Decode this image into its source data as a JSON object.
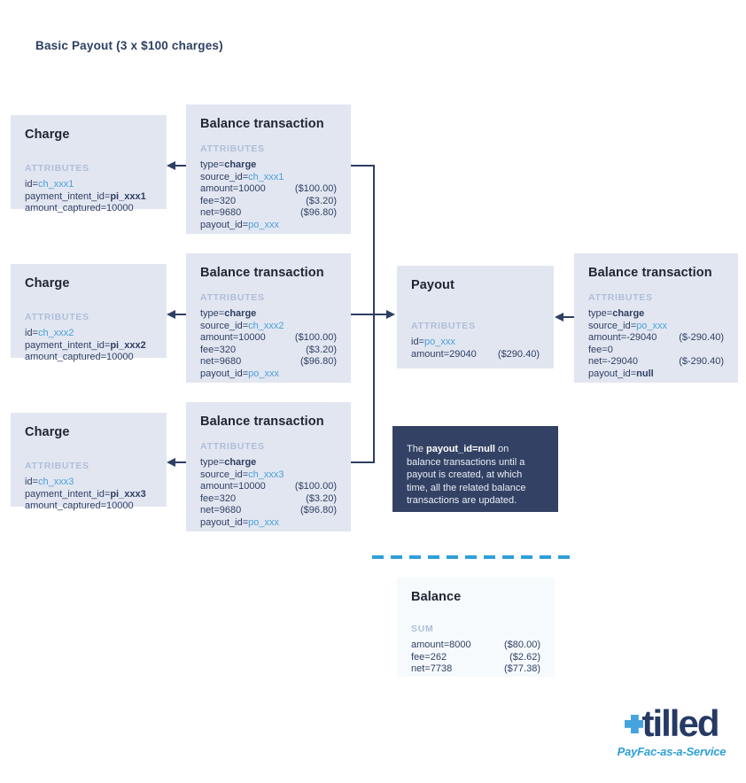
{
  "page": {
    "title": "Basic Payout (3 x $100 charges)"
  },
  "colors": {
    "card_bg": "#e2e6f1",
    "balance_card_bg": "#f6fafd",
    "note_bg": "#334264",
    "note_text": "#e9edf6",
    "attribute_text": "#2e3f63",
    "link_blue": "#4aa0d8",
    "section_label": "#aebfd8",
    "connector_navy": "#2e3f63",
    "dashed_line_blue": "#2f9fd9",
    "brand_navy": "#263a64",
    "brand_light_blue": "#45a4dd",
    "title_navy": "#2d4063"
  },
  "boxes": {
    "charge1": {
      "title": "Charge",
      "section_label": "ATTRIBUTES",
      "rows": [
        {
          "segments": [
            {
              "t": "id=",
              "s": "plain"
            },
            {
              "t": "ch_xxx1",
              "s": "link"
            }
          ]
        },
        {
          "segments": [
            {
              "t": "payment_intent_id=",
              "s": "plain"
            },
            {
              "t": "pi_xxx1",
              "s": "bold"
            }
          ]
        },
        {
          "segments": [
            {
              "t": "amount_captured=10000",
              "s": "plain"
            }
          ]
        }
      ]
    },
    "bt1": {
      "title": "Balance transaction",
      "section_label": "ATTRIBUTES",
      "rows": [
        {
          "segments": [
            {
              "t": "type=",
              "s": "plain"
            },
            {
              "t": "charge",
              "s": "bold"
            }
          ]
        },
        {
          "segments": [
            {
              "t": "source_id=",
              "s": "plain"
            },
            {
              "t": "ch_xxx1",
              "s": "link"
            }
          ]
        },
        {
          "segments": [
            {
              "t": "amount=10000",
              "s": "plain"
            }
          ],
          "money": "($100.00)"
        },
        {
          "segments": [
            {
              "t": "fee=320",
              "s": "plain"
            }
          ],
          "money": "($3.20)"
        },
        {
          "segments": [
            {
              "t": "net=9680",
              "s": "plain"
            }
          ],
          "money": "($96.80)"
        },
        {
          "segments": [
            {
              "t": "payout_id=",
              "s": "plain"
            },
            {
              "t": "po_xxx",
              "s": "link"
            }
          ]
        }
      ]
    },
    "charge2": {
      "title": "Charge",
      "section_label": "ATTRIBUTES",
      "rows": [
        {
          "segments": [
            {
              "t": "id=",
              "s": "plain"
            },
            {
              "t": "ch_xxx2",
              "s": "link"
            }
          ]
        },
        {
          "segments": [
            {
              "t": "payment_intent_id=",
              "s": "plain"
            },
            {
              "t": "pi_xxx2",
              "s": "bold"
            }
          ]
        },
        {
          "segments": [
            {
              "t": "amount_captured=10000",
              "s": "plain"
            }
          ]
        }
      ]
    },
    "bt2": {
      "title": "Balance transaction",
      "section_label": "ATTRIBUTES",
      "rows": [
        {
          "segments": [
            {
              "t": "type=",
              "s": "plain"
            },
            {
              "t": "charge",
              "s": "bold"
            }
          ]
        },
        {
          "segments": [
            {
              "t": "source_id=",
              "s": "plain"
            },
            {
              "t": "ch_xxx2",
              "s": "link"
            }
          ]
        },
        {
          "segments": [
            {
              "t": "amount=10000",
              "s": "plain"
            }
          ],
          "money": "($100.00)"
        },
        {
          "segments": [
            {
              "t": "fee=320",
              "s": "plain"
            }
          ],
          "money": "($3.20)"
        },
        {
          "segments": [
            {
              "t": "net=9680",
              "s": "plain"
            }
          ],
          "money": "($96.80)"
        },
        {
          "segments": [
            {
              "t": "payout_id=",
              "s": "plain"
            },
            {
              "t": "po_xxx",
              "s": "link"
            }
          ]
        }
      ]
    },
    "charge3": {
      "title": "Charge",
      "section_label": "ATTRIBUTES",
      "rows": [
        {
          "segments": [
            {
              "t": "id=",
              "s": "plain"
            },
            {
              "t": "ch_xxx3",
              "s": "link"
            }
          ]
        },
        {
          "segments": [
            {
              "t": "payment_intent_id=",
              "s": "plain"
            },
            {
              "t": "pi_xxx3",
              "s": "bold"
            }
          ]
        },
        {
          "segments": [
            {
              "t": "amount_captured=10000",
              "s": "plain"
            }
          ]
        }
      ]
    },
    "bt3": {
      "title": "Balance transaction",
      "section_label": "ATTRIBUTES",
      "rows": [
        {
          "segments": [
            {
              "t": "type=",
              "s": "plain"
            },
            {
              "t": "charge",
              "s": "bold"
            }
          ]
        },
        {
          "segments": [
            {
              "t": "source_id=",
              "s": "plain"
            },
            {
              "t": "ch_xxx3",
              "s": "link"
            }
          ]
        },
        {
          "segments": [
            {
              "t": "amount=10000",
              "s": "plain"
            }
          ],
          "money": "($100.00)"
        },
        {
          "segments": [
            {
              "t": "fee=320",
              "s": "plain"
            }
          ],
          "money": "($3.20)"
        },
        {
          "segments": [
            {
              "t": "net=9680",
              "s": "plain"
            }
          ],
          "money": "($96.80)"
        },
        {
          "segments": [
            {
              "t": "payout_id=",
              "s": "plain"
            },
            {
              "t": "po_xxx",
              "s": "link"
            }
          ]
        }
      ]
    },
    "payout": {
      "title": "Payout",
      "section_label": "ATTRIBUTES",
      "rows": [
        {
          "segments": [
            {
              "t": "id=",
              "s": "plain"
            },
            {
              "t": "po_xxx",
              "s": "link"
            }
          ]
        },
        {
          "segments": [
            {
              "t": "amount=29040",
              "s": "plain"
            }
          ],
          "money": "($290.40)"
        }
      ]
    },
    "btPayout": {
      "title": "Balance transaction",
      "section_label": "ATTRIBUTES",
      "rows": [
        {
          "segments": [
            {
              "t": "type=",
              "s": "plain"
            },
            {
              "t": "charge",
              "s": "bold"
            }
          ]
        },
        {
          "segments": [
            {
              "t": "source_id=",
              "s": "plain"
            },
            {
              "t": "po_xxx",
              "s": "link"
            }
          ]
        },
        {
          "segments": [
            {
              "t": "amount=-29040",
              "s": "plain"
            }
          ],
          "money": "($-290.40)"
        },
        {
          "segments": [
            {
              "t": "fee=0",
              "s": "plain"
            }
          ]
        },
        {
          "segments": [
            {
              "t": "net=-29040",
              "s": "plain"
            }
          ],
          "money": "($-290.40)"
        },
        {
          "segments": [
            {
              "t": "payout_id=",
              "s": "plain"
            },
            {
              "t": "null",
              "s": "bold"
            }
          ]
        }
      ]
    },
    "balance": {
      "title": "Balance",
      "section_label": "SUM",
      "rows": [
        {
          "segments": [
            {
              "t": "amount=8000",
              "s": "plain"
            }
          ],
          "money": "($80.00)"
        },
        {
          "segments": [
            {
              "t": "fee=262",
              "s": "plain"
            }
          ],
          "money": "($2.62)"
        },
        {
          "segments": [
            {
              "t": "net=7738",
              "s": "plain"
            }
          ],
          "money": "($77.38)"
        }
      ]
    }
  },
  "note": {
    "segments": [
      {
        "t": "The ",
        "s": "plain"
      },
      {
        "t": "payout_id=null",
        "s": "bold"
      },
      {
        "t": " on balance transactions until a payout is created, at which time, all the related balance transactions are updated.",
        "s": "plain"
      }
    ]
  },
  "logo": {
    "brand": "tilled",
    "tagline": "PayFac-as-a-Service"
  }
}
